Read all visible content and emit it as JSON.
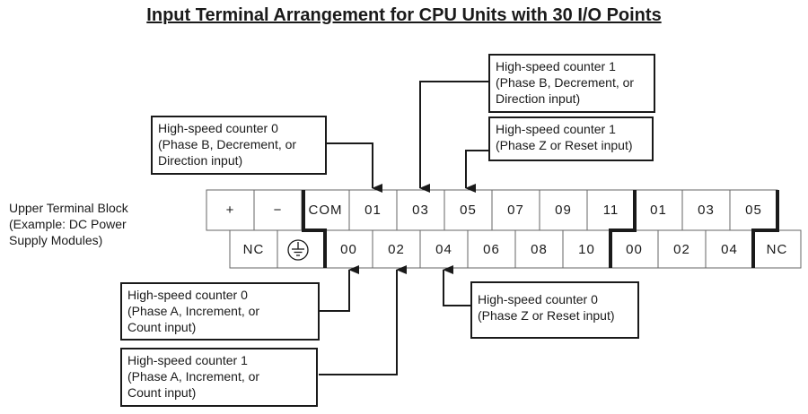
{
  "title": "Input Terminal Arrangement for CPU Units with 30 I/O Points",
  "block_label": {
    "line1": "Upper Terminal Block",
    "line2": "(Example: DC Power",
    "line3": "Supply Modules)"
  },
  "top_row": [
    "+",
    "−",
    "COM",
    "01",
    "03",
    "05",
    "07",
    "09",
    "11",
    "01",
    "03",
    "05"
  ],
  "bottom_row": [
    "NC",
    "",
    "00",
    "02",
    "04",
    "06",
    "08",
    "10",
    "00",
    "02",
    "04",
    "NC"
  ],
  "icons": {
    "ground": "ground-icon",
    "arrow": "arrow-icon"
  },
  "callouts": {
    "hsc1_phase_b": {
      "line1": "High-speed counter 1",
      "line2": "(Phase B, Decrement, or",
      "line3": "Direction input)"
    },
    "hsc0_phase_b": {
      "line1": "High-speed counter 0",
      "line2": "(Phase B, Decrement, or",
      "line3": "Direction input)"
    },
    "hsc1_phase_z": {
      "line1": "High-speed counter 1",
      "line2": "(Phase Z or Reset input)"
    },
    "hsc0_phase_a": {
      "line1": "High-speed counter 0",
      "line2": "(Phase A, Increment, or",
      "line3": "Count input)"
    },
    "hsc0_phase_z": {
      "line1": "High-speed counter 0",
      "line2": "(Phase Z or Reset input)"
    },
    "hsc1_phase_a": {
      "line1": "High-speed counter 1",
      "line2": "(Phase A, Increment, or",
      "line3": "Count input)"
    }
  }
}
